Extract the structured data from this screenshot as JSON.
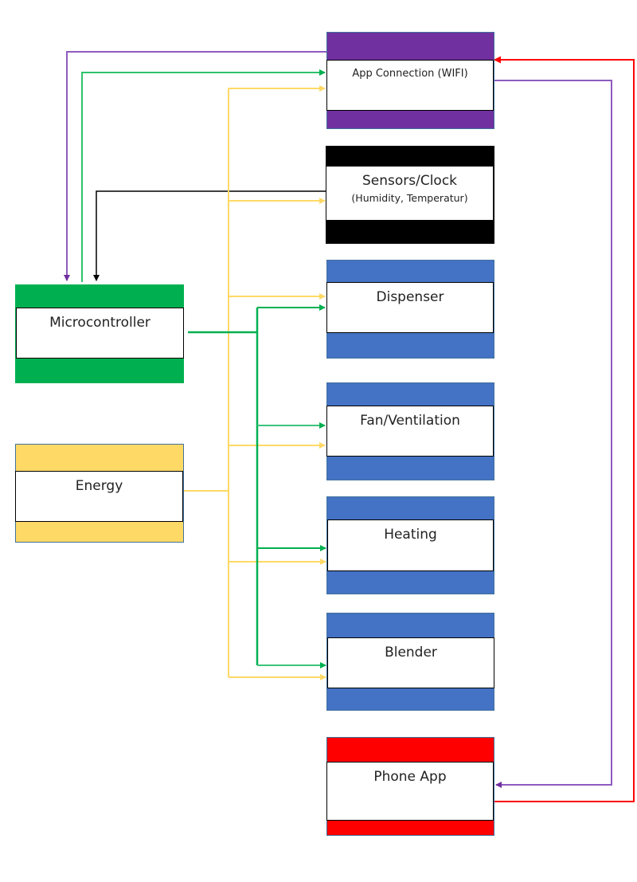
{
  "diagram": {
    "colors": {
      "purple": "#7030a0",
      "green": "#00b050",
      "yellow": "#ffd966",
      "blue": "#4472c4",
      "black": "#000000",
      "red": "#ff0000"
    },
    "blocks": {
      "app_connection": {
        "label": "App Connection (WIFI)",
        "color": "#7030a0"
      },
      "sensors": {
        "label": "Sensors/Clock",
        "sublabel": "(Humidity, Temperatur)",
        "color": "#000000"
      },
      "microcontroller": {
        "label": "Microcontroller",
        "color": "#00b050"
      },
      "dispenser": {
        "label": "Dispenser",
        "color": "#4472c4"
      },
      "fan": {
        "label": "Fan/Ventilation",
        "color": "#4472c4"
      },
      "energy": {
        "label": "Energy",
        "color": "#ffd966"
      },
      "heating": {
        "label": "Heating",
        "color": "#4472c4"
      },
      "blender": {
        "label": "Blender",
        "color": "#4472c4"
      },
      "phone_app": {
        "label": "Phone App",
        "color": "#ff0000"
      }
    },
    "connections": [
      {
        "from": "App Connection (WIFI)",
        "to": "Microcontroller",
        "color": "purple"
      },
      {
        "from": "Microcontroller",
        "to": "App Connection (WIFI)",
        "color": "green"
      },
      {
        "from": "Sensors/Clock",
        "to": "Microcontroller",
        "color": "black"
      },
      {
        "from": "Microcontroller",
        "to": "Dispenser",
        "color": "green"
      },
      {
        "from": "Microcontroller",
        "to": "Fan/Ventilation",
        "color": "green"
      },
      {
        "from": "Microcontroller",
        "to": "Heating",
        "color": "green"
      },
      {
        "from": "Microcontroller",
        "to": "Blender",
        "color": "green"
      },
      {
        "from": "Energy",
        "to": "App Connection (WIFI)",
        "color": "yellow"
      },
      {
        "from": "Energy",
        "to": "Sensors/Clock",
        "color": "yellow"
      },
      {
        "from": "Energy",
        "to": "Dispenser",
        "color": "yellow"
      },
      {
        "from": "Energy",
        "to": "Fan/Ventilation",
        "color": "yellow"
      },
      {
        "from": "Energy",
        "to": "Heating",
        "color": "yellow"
      },
      {
        "from": "Energy",
        "to": "Blender",
        "color": "yellow"
      },
      {
        "from": "App Connection (WIFI)",
        "to": "Phone App",
        "color": "purple"
      },
      {
        "from": "Phone App",
        "to": "App Connection (WIFI)",
        "color": "red"
      }
    ]
  }
}
